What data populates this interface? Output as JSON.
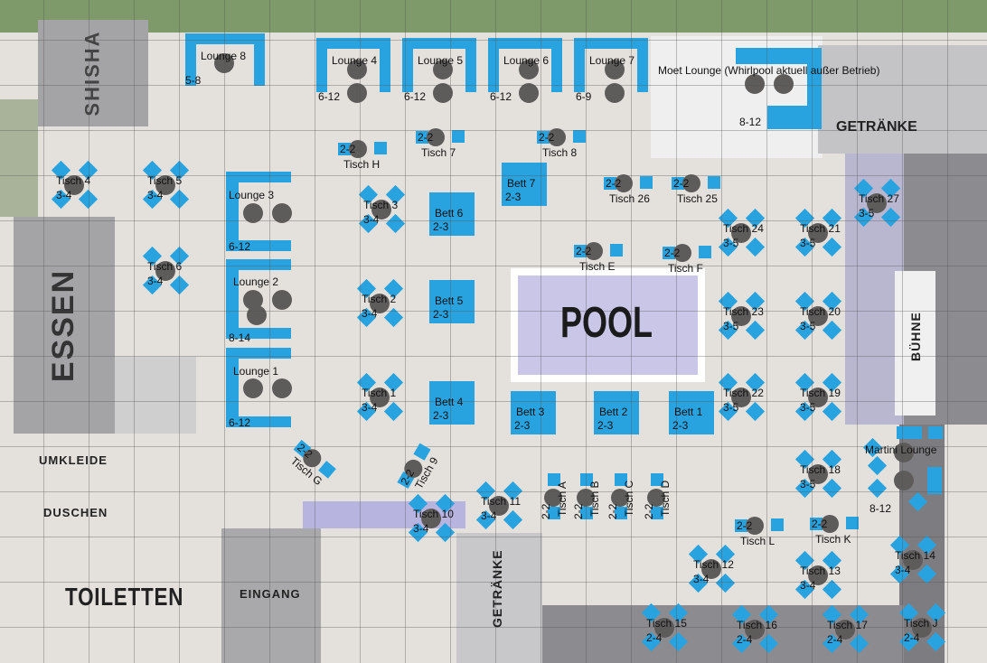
{
  "areas": {
    "shisha": "SHISHA",
    "essen": "ESSEN",
    "pool": "POOL",
    "getraenke_top": "GETRÄNKE",
    "getraenke_bottom": "GETRÄNKE",
    "buehne": "BÜHNE",
    "umkleide": "UMKLEIDE",
    "duschen": "DUSCHEN",
    "toiletten": "TOILETTEN",
    "eingang": "EINGANG"
  },
  "lounges": [
    {
      "name": "Lounge 8",
      "cap": "5-8"
    },
    {
      "name": "Lounge 4",
      "cap": "6-12"
    },
    {
      "name": "Lounge 5",
      "cap": "6-12"
    },
    {
      "name": "Lounge 6",
      "cap": "6-12"
    },
    {
      "name": "Lounge 7",
      "cap": "6-9"
    },
    {
      "name": "Moet Lounge (Whirlpool aktuell außer Betrieb)",
      "cap": "8-12"
    },
    {
      "name": "Lounge 3",
      "cap": "6-12"
    },
    {
      "name": "Lounge 2",
      "cap": "8-14"
    },
    {
      "name": "Lounge 1",
      "cap": "6-12"
    },
    {
      "name": "Martini Lounge",
      "cap": "8-12"
    }
  ],
  "beds": [
    {
      "name": "Bett 7",
      "cap": "2-3"
    },
    {
      "name": "Bett 6",
      "cap": "2-3"
    },
    {
      "name": "Bett 5",
      "cap": "2-3"
    },
    {
      "name": "Bett 4",
      "cap": "2-3"
    },
    {
      "name": "Bett 3",
      "cap": "2-3"
    },
    {
      "name": "Bett 2",
      "cap": "2-3"
    },
    {
      "name": "Bett 1",
      "cap": "2-3"
    }
  ],
  "tables": [
    {
      "name": "Tisch 4",
      "cap": "3-4"
    },
    {
      "name": "Tisch 5",
      "cap": "3-4"
    },
    {
      "name": "Tisch 6",
      "cap": "3-4"
    },
    {
      "name": "Tisch 3",
      "cap": "3-4"
    },
    {
      "name": "Tisch 2",
      "cap": "3-4"
    },
    {
      "name": "Tisch 1",
      "cap": "3-4"
    },
    {
      "name": "Tisch 10",
      "cap": "3-4"
    },
    {
      "name": "Tisch 11",
      "cap": "3-4"
    },
    {
      "name": "Tisch 24",
      "cap": "3-5"
    },
    {
      "name": "Tisch 23",
      "cap": "3-5"
    },
    {
      "name": "Tisch 22",
      "cap": "3-5"
    },
    {
      "name": "Tisch 21",
      "cap": "3-5"
    },
    {
      "name": "Tisch 20",
      "cap": "3-5"
    },
    {
      "name": "Tisch 19",
      "cap": "3-5"
    },
    {
      "name": "Tisch 18",
      "cap": "3-5"
    },
    {
      "name": "Tisch 27",
      "cap": "3-5"
    },
    {
      "name": "Tisch 12",
      "cap": "3-4"
    },
    {
      "name": "Tisch 13",
      "cap": "3-4"
    },
    {
      "name": "Tisch 14",
      "cap": "3-4"
    },
    {
      "name": "Tisch 15",
      "cap": "2-4"
    },
    {
      "name": "Tisch 16",
      "cap": "2-4"
    },
    {
      "name": "Tisch 17",
      "cap": "2-4"
    },
    {
      "name": "Tisch J",
      "cap": "2-4"
    }
  ],
  "duos": [
    {
      "name": "Tisch H",
      "cap": "2-2"
    },
    {
      "name": "Tisch 7",
      "cap": "2-2"
    },
    {
      "name": "Tisch 8",
      "cap": "2-2"
    },
    {
      "name": "Tisch 26",
      "cap": "2-2"
    },
    {
      "name": "Tisch 25",
      "cap": "2-2"
    },
    {
      "name": "Tisch E",
      "cap": "2-2"
    },
    {
      "name": "Tisch F",
      "cap": "2-2"
    },
    {
      "name": "Tisch L",
      "cap": "2-2"
    },
    {
      "name": "Tisch K",
      "cap": "2-2"
    },
    {
      "name": "Tisch G",
      "cap": "2-2"
    },
    {
      "name": "Tisch 9",
      "cap": "2-2"
    },
    {
      "name": "Tisch A",
      "cap": "2-2"
    },
    {
      "name": "Tisch B",
      "cap": "2-2"
    },
    {
      "name": "Tisch C",
      "cap": "2-2"
    },
    {
      "name": "Tisch D",
      "cap": "2-2"
    }
  ],
  "colors": {
    "seat": "#29a3df",
    "table": "#5e5c5b"
  }
}
